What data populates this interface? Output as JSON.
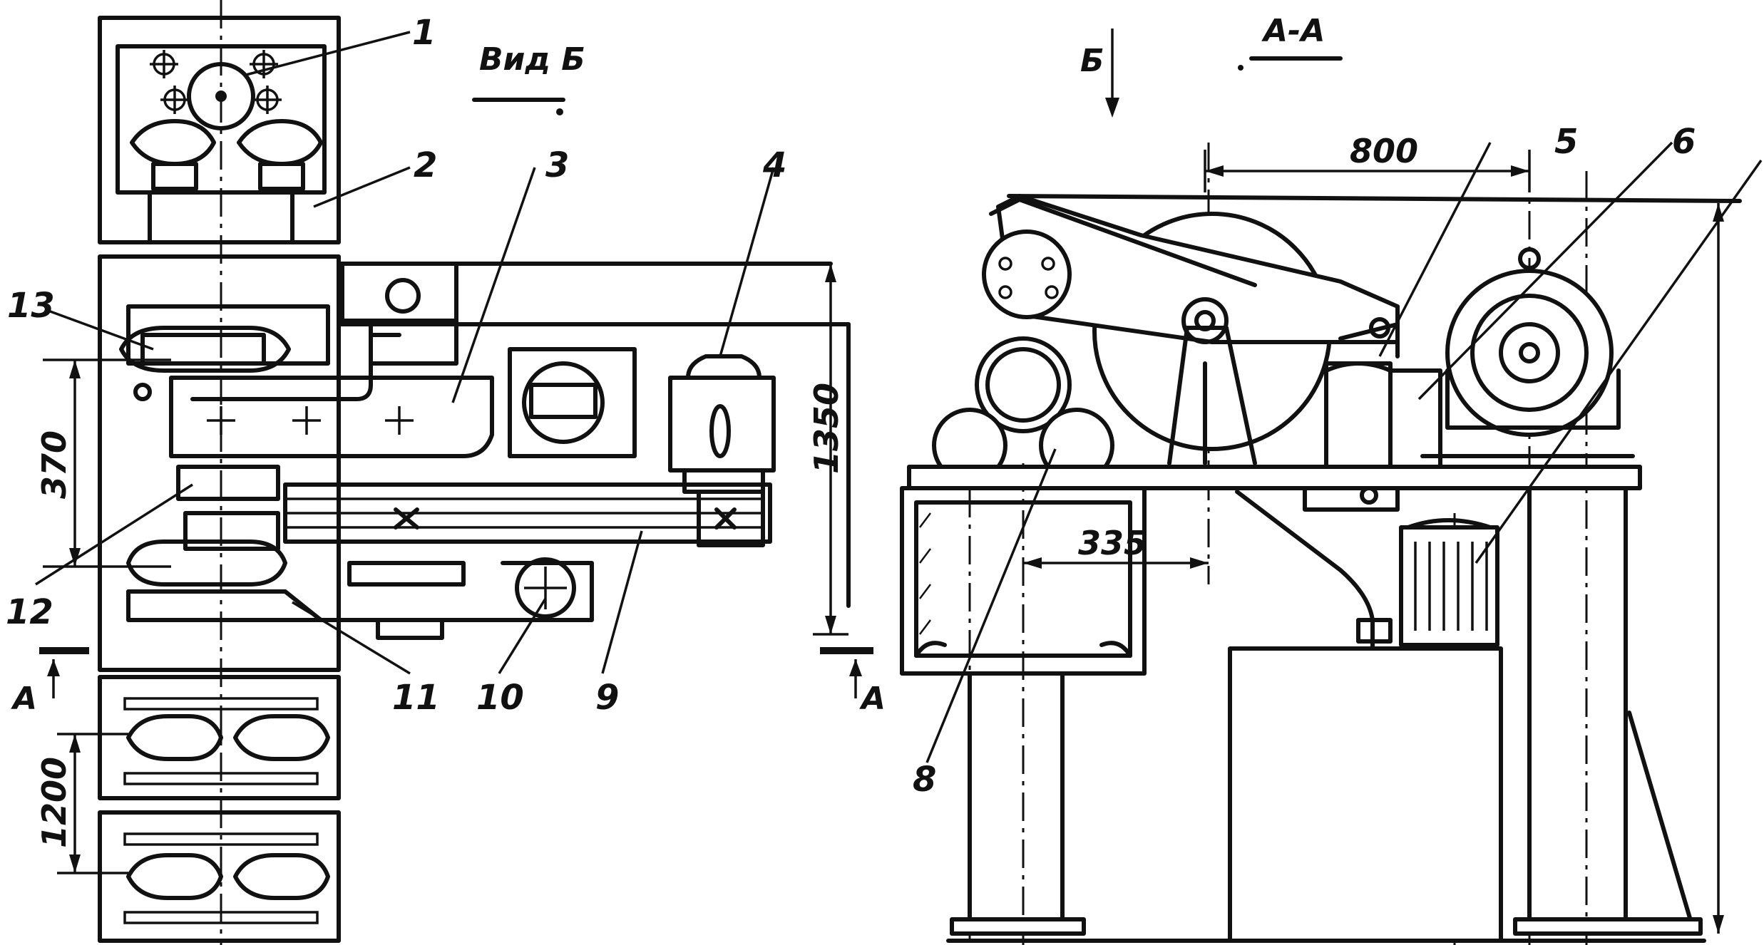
{
  "views": {
    "left_title": "Вид Б",
    "right_title": "А-А",
    "view_arrow_letter": "Б",
    "section_mark_left": "А",
    "section_mark_right": "А"
  },
  "dimensions": {
    "d370": "370",
    "d1350": "1350",
    "d1200": "1200",
    "d800": "800",
    "d335": "335"
  },
  "callouts": {
    "c1": "1",
    "c2": "2",
    "c3": "3",
    "c4": "4",
    "c5": "5",
    "c6": "6",
    "c8": "8",
    "c9": "9",
    "c10": "10",
    "c11": "11",
    "c12": "12",
    "c13": "13"
  }
}
